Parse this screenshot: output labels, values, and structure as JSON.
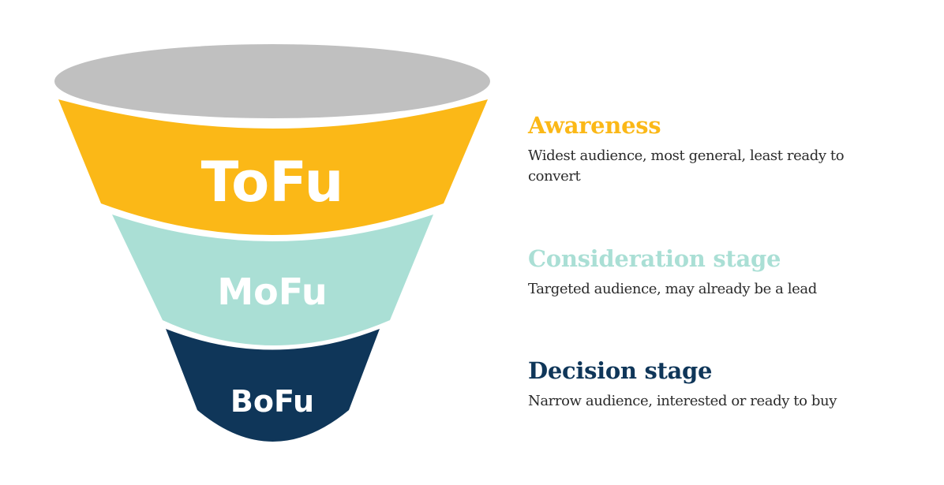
{
  "colors": {
    "rim": "#c0c0c0",
    "tofu": "#fbb817",
    "mofu": "#aadfd5",
    "bofu": "#0f3659",
    "label_text": "#ffffff",
    "desc_text": "#2b2b2b"
  },
  "funnel": {
    "stages": [
      {
        "id": "tofu",
        "label": "ToFu"
      },
      {
        "id": "mofu",
        "label": "MoFu"
      },
      {
        "id": "bofu",
        "label": "BoFu"
      }
    ]
  },
  "legend": [
    {
      "title": "Awareness",
      "description": "Widest audience, most general, least ready to convert"
    },
    {
      "title": "Consideration stage",
      "description": "Targeted audience, may already be a lead"
    },
    {
      "title": "Decision stage",
      "description": "Narrow audience, interested or ready to buy"
    }
  ]
}
